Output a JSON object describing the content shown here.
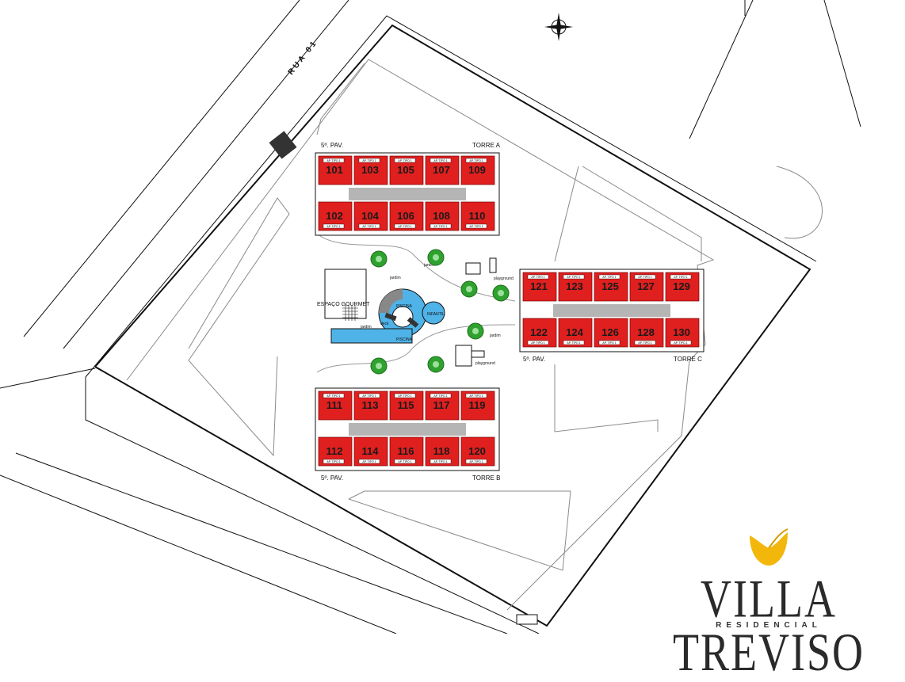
{
  "map": {
    "street": "RUA 01",
    "leisure": {
      "gourmet": "ESPAÇO GOURMET",
      "jardim": "jardim",
      "playground": "playground",
      "deck": "deck",
      "pool_main": "PISCINA",
      "pool_kids": "INFANTIL",
      "pool_lap": "PISCINA"
    },
    "towers": [
      {
        "name": "TORRE A",
        "floors": "5º. PAV.",
        "top_row": [
          "101",
          "103",
          "105",
          "107",
          "109"
        ],
        "bottom_row": [
          "102",
          "104",
          "106",
          "108",
          "110"
        ]
      },
      {
        "name": "TORRE B",
        "floors": "5º. PAV.",
        "top_row": [
          "111",
          "113",
          "115",
          "117",
          "119"
        ],
        "bottom_row": [
          "112",
          "114",
          "116",
          "118",
          "120"
        ]
      },
      {
        "name": "TORRE C",
        "floors": "5º. PAV.",
        "top_row": [
          "121",
          "123",
          "125",
          "127",
          "129"
        ],
        "bottom_row": [
          "122",
          "124",
          "126",
          "128",
          "130"
        ]
      }
    ],
    "unit_tag": "AP. TIPO 1",
    "colors": {
      "unit": "#e01f1f",
      "corridor": "#b5b5b5",
      "pool": "#4fb3e8",
      "tree": "#2fa12f",
      "line": "#111111"
    },
    "icons": [
      "compass-rose-icon",
      "tree-icon",
      "playground-icon"
    ]
  },
  "brand": {
    "name": "VILLA TREVISO",
    "subtitle": "RESIDENCIAL",
    "logo_color": "#f2b70a"
  }
}
